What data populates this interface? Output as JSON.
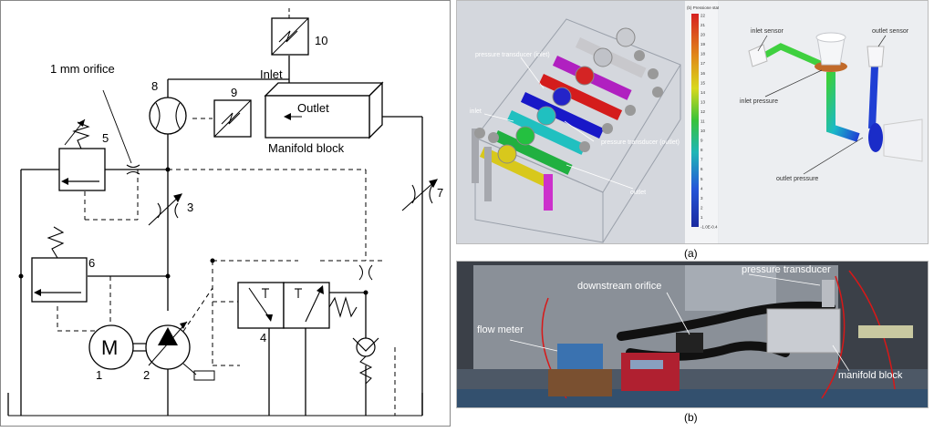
{
  "schematic": {
    "labels": {
      "orifice": "1 mm orifice",
      "inlet": "Inlet",
      "outlet": "Outlet",
      "manifold": "Manifold block",
      "motor": "M"
    },
    "numbers": {
      "n1": "1",
      "n2": "2",
      "n3": "3",
      "n4": "4",
      "n5": "5",
      "n6": "6",
      "n7": "7",
      "n8": "8",
      "n9": "9",
      "n10": "10"
    }
  },
  "simulation": {
    "labels": {
      "pt_inlet": "pressure transducer (inlet)",
      "inlet": "inlet",
      "pt_outlet": "pressure transducer (outlet)",
      "outlet": "outlet",
      "inlet_sensor": "inlet sensor",
      "outlet_sensor": "outlet sensor",
      "inlet_pressure": "inlet pressure",
      "outlet_pressure": "outlet pressure"
    },
    "colorbar_title": "(b) Pressione statica - bar",
    "colorbar_ticks": [
      "22",
      "21",
      "20",
      "19",
      "18",
      "17",
      "16",
      "15",
      "14",
      "13",
      "12",
      "11",
      "10",
      "9",
      "8",
      "7",
      "6",
      "5",
      "4",
      "3",
      "2",
      "1",
      "-1.0E-0.4"
    ],
    "caption": "(a)"
  },
  "photo": {
    "labels": {
      "pressure_transducer": "pressure transducer",
      "downstream_orifice": "downstream orifice",
      "flow_meter": "flow meter",
      "manifold_block": "manifold block"
    },
    "caption": "(b)"
  }
}
